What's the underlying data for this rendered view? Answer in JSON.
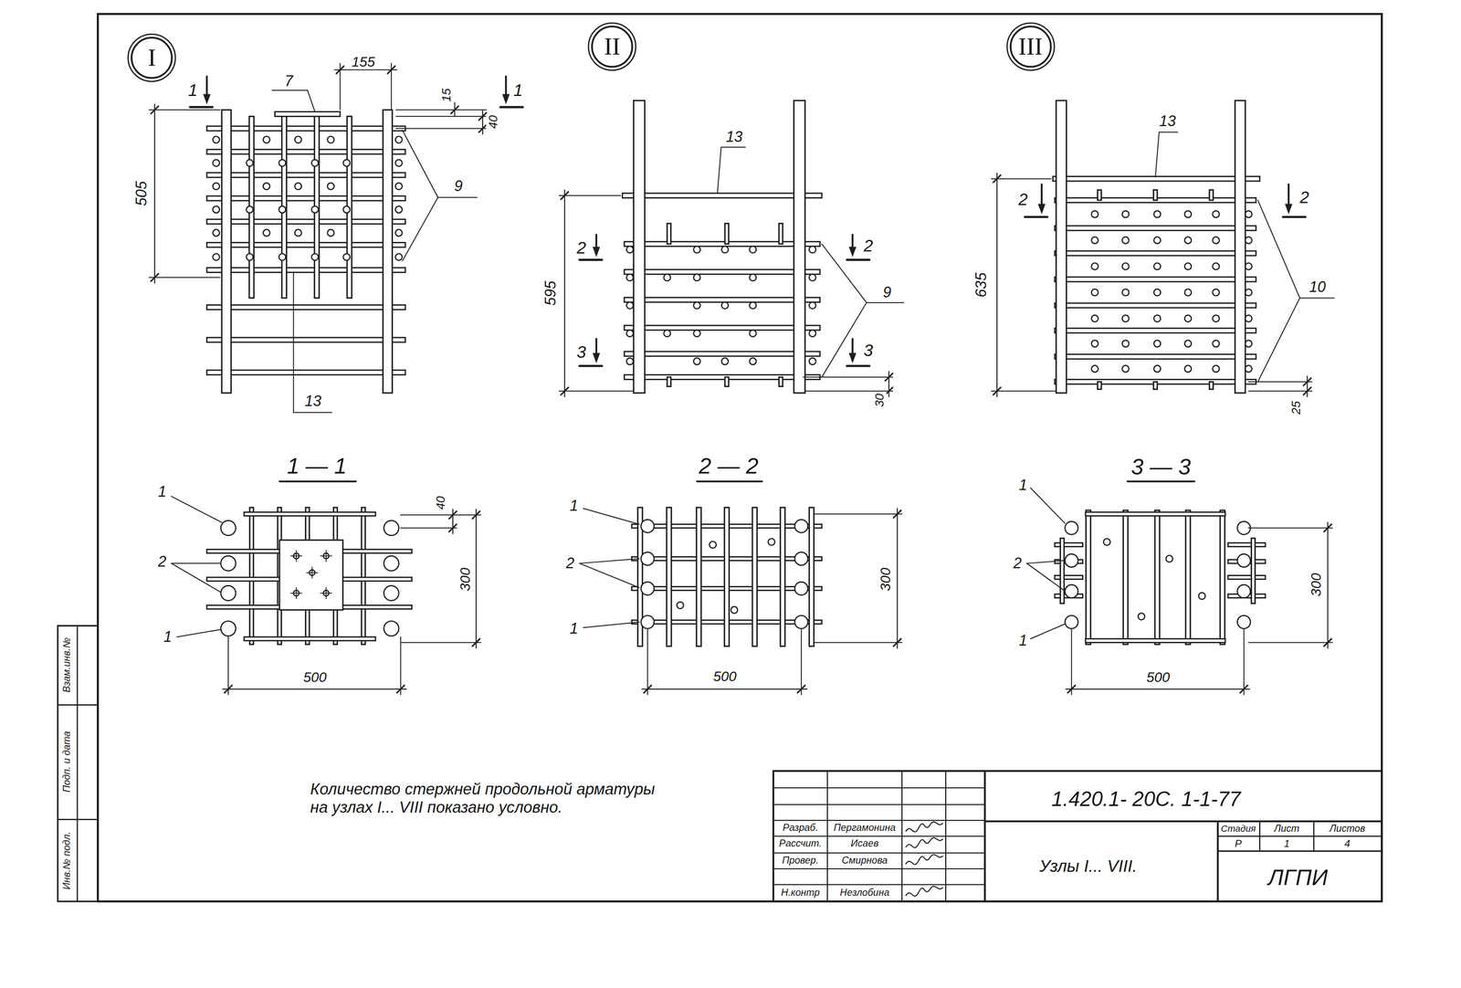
{
  "diagram": {
    "nodes": [
      {
        "text": [
          "I"
        ]
      },
      {
        "text": [
          "II"
        ]
      },
      {
        "text": [
          "III"
        ]
      }
    ],
    "labels": [
      "1",
      "155",
      "7",
      "15",
      "1",
      "40",
      "505",
      "9",
      "13",
      "13",
      "2",
      "2",
      "595",
      "9",
      "3",
      "3",
      "30",
      "13",
      "2",
      "2",
      "635",
      "10",
      "25",
      "1 — 1",
      "1",
      "40",
      "2",
      "300",
      "1",
      "500",
      "2 — 2",
      "1",
      "2",
      "300",
      "1",
      "500",
      "3 — 3",
      "1",
      "2",
      "300",
      "1",
      "500",
      "Количество стержней продольной арматуры на узлах I... VIII показано условно.",
      "1.420.1- 20С. 1-1-77",
      "Разраб.",
      "Пергамонина",
      "Рассчит.",
      "Исаев",
      "Провер.",
      "Смирнова",
      "Н.контр",
      "Незлобина",
      "Узлы I... VIII.",
      "Стадия",
      "Лист",
      "Листов",
      "Р",
      "1",
      "4",
      "ЛГПИ",
      "Взам.инв.№",
      "Подп. и дата",
      "Инв.№ подл."
    ]
  }
}
